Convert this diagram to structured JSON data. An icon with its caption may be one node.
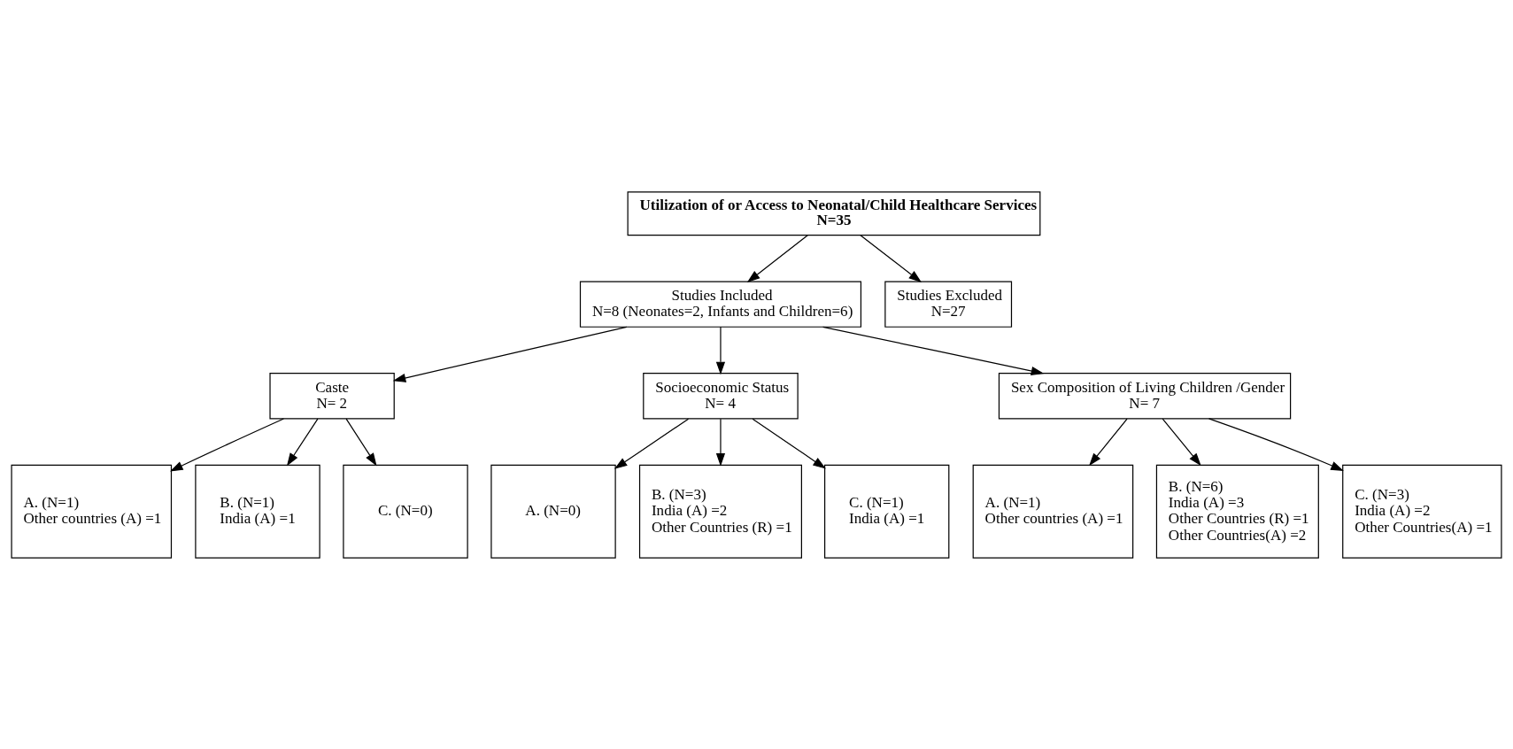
{
  "diagram": {
    "nodes": [
      {
        "text": [
          "Utilization of or Access to Neonatal/Child Healthcare Services",
          "N=35"
        ]
      },
      {
        "text": [
          "Studies Included",
          "N=8 (Neonates=2, Infants and Children=6)"
        ]
      },
      {
        "text": [
          "Studies Excluded",
          "N=27"
        ]
      },
      {
        "text": [
          "Caste",
          "N= 2"
        ]
      },
      {
        "text": [
          "Socioeconomic Status",
          "N= 4"
        ]
      },
      {
        "text": [
          "Sex Composition of Living Children /Gender",
          "N= 7"
        ]
      },
      {
        "text": [
          "A. (N=1)",
          "Other countries (A) =1"
        ]
      },
      {
        "text": [
          "B. (N=1)",
          "India (A) =1"
        ]
      },
      {
        "text": [
          "C. (N=0)"
        ]
      },
      {
        "text": [
          "A. (N=1)",
          "Other countries (A) =1"
        ]
      },
      {
        "text": [
          "B. (N=6)",
          "India (A) =3",
          "Other Countries (R) =1",
          "Other Countries(A) =2"
        ]
      },
      {
        "text": [
          "C. (N=3)",
          "India (A) =2",
          "Other Countries(A) =1"
        ]
      },
      {
        "text": [
          "A. (N=0)"
        ]
      },
      {
        "text": [
          "B. (N=3)",
          "India (A) =2",
          "Other Countries (R) =1"
        ]
      },
      {
        "text": [
          "C. (N=1)",
          "India (A) =1"
        ]
      }
    ],
    "edges": [
      {
        "from": 0,
        "to": 1,
        "arrow": "to"
      },
      {
        "from": 0,
        "to": 2,
        "arrow": "to"
      },
      {
        "from": 1,
        "to": 3,
        "arrow": "to"
      },
      {
        "from": 1,
        "to": 4,
        "arrow": "to"
      },
      {
        "from": 1,
        "to": 5,
        "arrow": "to"
      },
      {
        "from": 3,
        "to": 6,
        "arrow": "to"
      },
      {
        "from": 3,
        "to": 7,
        "arrow": "to"
      },
      {
        "from": 3,
        "to": 8,
        "arrow": "to"
      },
      {
        "from": 4,
        "to": 12,
        "arrow": "to"
      },
      {
        "from": 4,
        "to": 13,
        "arrow": "to"
      },
      {
        "from": 4,
        "to": 14,
        "arrow": "to"
      },
      {
        "from": 5,
        "to": 9,
        "arrow": "to"
      },
      {
        "from": 5,
        "to": 10,
        "arrow": "to"
      },
      {
        "from": 5,
        "to": 11,
        "arrow": "to"
      }
    ]
  }
}
